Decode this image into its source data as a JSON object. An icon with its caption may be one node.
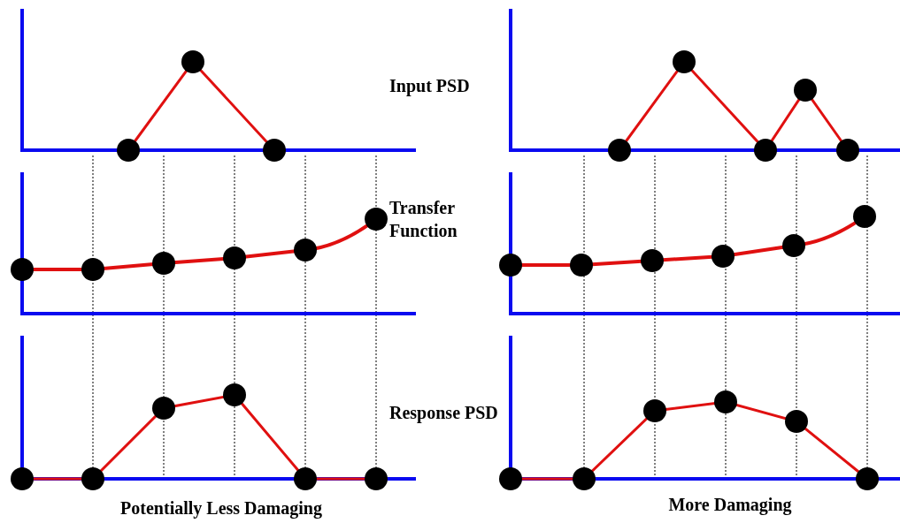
{
  "diagram": {
    "labels": [
      "Input PSD",
      "Transfer Function",
      "Response PSD",
      "Potentially Less Damaging",
      "More Damaging"
    ]
  }
}
